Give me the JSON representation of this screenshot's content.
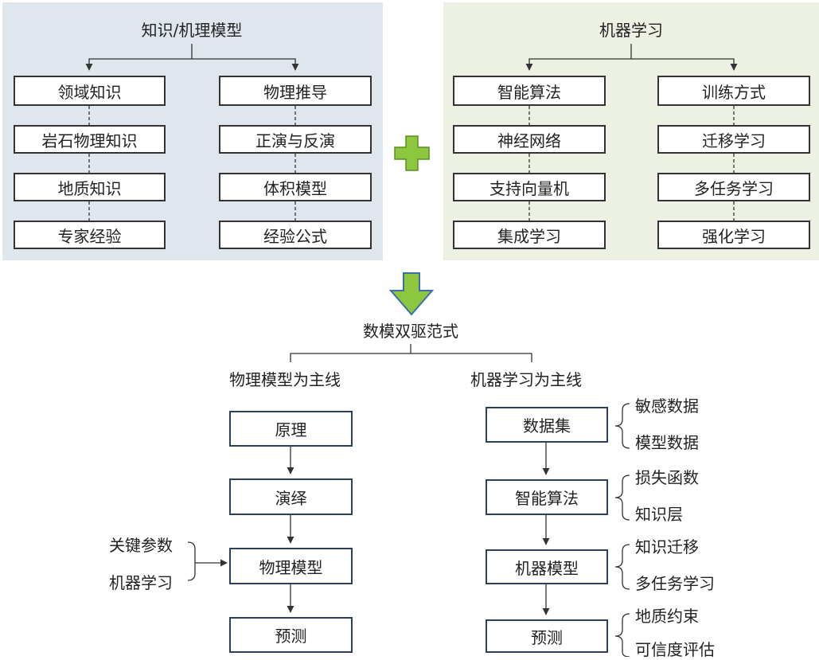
{
  "top_left": {
    "title": "知识/机理模型",
    "col1": [
      "领域知识",
      "岩石物理知识",
      "地质知识",
      "专家经验"
    ],
    "col2": [
      "物理推导",
      "正演与反演",
      "体积模型",
      "经验公式"
    ]
  },
  "top_right": {
    "title": "机器学习",
    "col1": [
      "智能算法",
      "神经网络",
      "支持向量机",
      "集成学习"
    ],
    "col2": [
      "训练方式",
      "迁移学习",
      "多任务学习",
      "强化学习"
    ]
  },
  "paradigm": {
    "title": "数模双驱范式",
    "left_title": "物理模型为主线",
    "right_title": "机器学习为主线"
  },
  "left_flow": {
    "steps": [
      "原理",
      "演绎",
      "物理模型",
      "预测"
    ],
    "inputs": [
      "关键参数",
      "机器学习"
    ]
  },
  "right_flow": {
    "steps": [
      "数据集",
      "智能算法",
      "机器模型",
      "预测"
    ],
    "branches": [
      [
        "敏感数据",
        "模型数据"
      ],
      [
        "损失函数",
        "知识层"
      ],
      [
        "知识迁移",
        "多任务学习"
      ],
      [
        "地质约束",
        "可信度评估"
      ]
    ]
  },
  "colors": {
    "panel_left": "#dfe6ee",
    "panel_right": "#ecf1e3",
    "plus": "#8dc63f",
    "arrow": "#8dc63f",
    "box_border_bottom": "#2c3f5c"
  }
}
